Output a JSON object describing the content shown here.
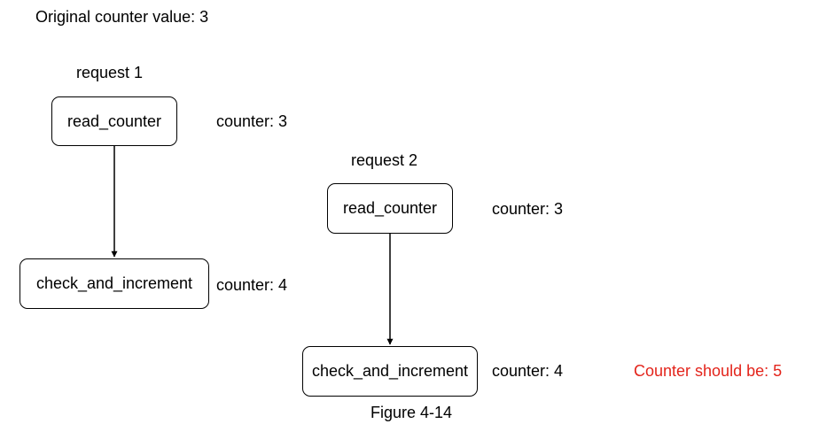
{
  "header": {
    "original_value_text": "Original counter value: 3"
  },
  "request1": {
    "title": "request 1",
    "read_label": "read_counter",
    "read_counter_value": "counter: 3",
    "check_label": "check_and_increment",
    "check_counter_value": "counter: 4"
  },
  "request2": {
    "title": "request 2",
    "read_label": "read_counter",
    "read_counter_value": "counter: 3",
    "check_label": "check_and_increment",
    "check_counter_value": "counter: 4"
  },
  "note": {
    "text": "Counter should be: 5",
    "color": "#e3241b"
  },
  "caption": {
    "text": "Figure 4-14"
  }
}
